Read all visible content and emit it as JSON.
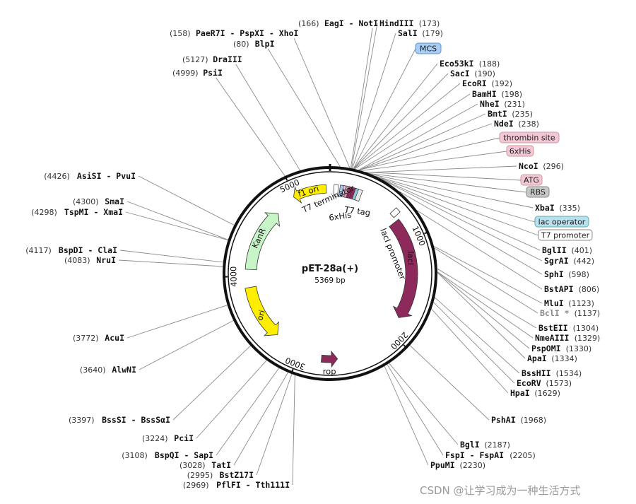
{
  "plasmid": {
    "name": "pET-28a(+)",
    "length": "5369 bp"
  },
  "scale_ticks": [
    "1000",
    "2000",
    "3000",
    "4000",
    "5000"
  ],
  "features": [
    {
      "key": "lacI",
      "label": "lacI",
      "color": "#8e2a5b",
      "text_color": "#ffffff"
    },
    {
      "key": "rop",
      "label": "rop",
      "color": "#8e2a5b",
      "text_color": "#111111"
    },
    {
      "key": "ori",
      "label": "ori",
      "color": "#ffee00",
      "text_color": "#111111"
    },
    {
      "key": "KanR",
      "label": "KanR",
      "color": "#c8f5c8",
      "text_color": "#111111"
    },
    {
      "key": "f1ori",
      "label": "f1 ori",
      "color": "#ffee00",
      "text_color": "#111111"
    }
  ],
  "feature_labels": {
    "t7_terminator": "T7 terminator",
    "t7_tag": "T7 tag",
    "six_his": "6xHis",
    "laci_promoter": "lacI promoter"
  },
  "tags": [
    {
      "label": "MCS",
      "fill": "#a9cdf3",
      "stroke": "#5d93d6"
    },
    {
      "label": "thrombin site",
      "fill": "#f2c7d6",
      "stroke": "#c99"
    },
    {
      "label": "6xHis",
      "fill": "#f2c7d6",
      "stroke": "#c99"
    },
    {
      "label": "ATG",
      "fill": "#f2c7d6",
      "stroke": "#c99"
    },
    {
      "label": "RBS",
      "fill": "#c8c8c8",
      "stroke": "#888"
    },
    {
      "label": "lac operator",
      "fill": "#b7e1ef",
      "stroke": "#6aa"
    },
    {
      "label": "T7 promoter",
      "fill": "#ffffff",
      "stroke": "#888"
    }
  ],
  "sites": [
    {
      "name": "EagI - NotI",
      "pos": "(166)"
    },
    {
      "name": "HindIII",
      "pos": "(173)"
    },
    {
      "name": "PaeR7I - PspXI - XhoI",
      "pos": "(158)"
    },
    {
      "name": "SalI",
      "pos": "(179)"
    },
    {
      "name": "BlpI",
      "pos": "(80)"
    },
    {
      "name": "DraIII",
      "pos": "(5127)"
    },
    {
      "name": "PsiI",
      "pos": "(4999)"
    },
    {
      "name": "Eco53kI",
      "pos": "(188)"
    },
    {
      "name": "SacI",
      "pos": "(190)"
    },
    {
      "name": "EcoRI",
      "pos": "(192)"
    },
    {
      "name": "BamHI",
      "pos": "(198)"
    },
    {
      "name": "NheI",
      "pos": "(231)"
    },
    {
      "name": "BmtI",
      "pos": "(235)"
    },
    {
      "name": "NdeI",
      "pos": "(238)"
    },
    {
      "name": "NcoI",
      "pos": "(296)"
    },
    {
      "name": "XbaI",
      "pos": "(335)"
    },
    {
      "name": "BglII",
      "pos": "(401)"
    },
    {
      "name": "SgrAI",
      "pos": "(442)"
    },
    {
      "name": "SphI",
      "pos": "(598)"
    },
    {
      "name": "BstAPI",
      "pos": "(806)"
    },
    {
      "name": "MluI",
      "pos": "(1123)"
    },
    {
      "name": "BclI *",
      "pos": "(1137)"
    },
    {
      "name": "BstEII",
      "pos": "(1304)"
    },
    {
      "name": "NmeAIII",
      "pos": "(1329)"
    },
    {
      "name": "PspOMI",
      "pos": "(1330)"
    },
    {
      "name": "ApaI",
      "pos": "(1334)"
    },
    {
      "name": "BssHII",
      "pos": "(1534)"
    },
    {
      "name": "EcoRV",
      "pos": "(1573)"
    },
    {
      "name": "HpaI",
      "pos": "(1629)"
    },
    {
      "name": "PshAI",
      "pos": "(1968)"
    },
    {
      "name": "BglI",
      "pos": "(2187)"
    },
    {
      "name": "FspI - FspAI",
      "pos": "(2205)"
    },
    {
      "name": "PpuMI",
      "pos": "(2230)"
    },
    {
      "name": "AsiSI - PvuI",
      "pos": "(4426)"
    },
    {
      "name": "SmaI",
      "pos": "(4300)"
    },
    {
      "name": "TspMI - XmaI",
      "pos": "(4298)"
    },
    {
      "name": "BspDI - ClaI",
      "pos": "(4117)"
    },
    {
      "name": "NruI",
      "pos": "(4083)"
    },
    {
      "name": "AcuI",
      "pos": "(3772)"
    },
    {
      "name": "AlwNI",
      "pos": "(3640)"
    },
    {
      "name": "BssSI - BssSαI",
      "pos": "(3397)"
    },
    {
      "name": "PciI",
      "pos": "(3224)"
    },
    {
      "name": "BspQI - SapI",
      "pos": "(3108)"
    },
    {
      "name": "TatI",
      "pos": "(3028)"
    },
    {
      "name": "BstZ17I",
      "pos": "(2995)"
    },
    {
      "name": "PflFI - Tth111I",
      "pos": "(2969)"
    }
  ],
  "watermark": "CSDN @让学习成为一种生活方式"
}
